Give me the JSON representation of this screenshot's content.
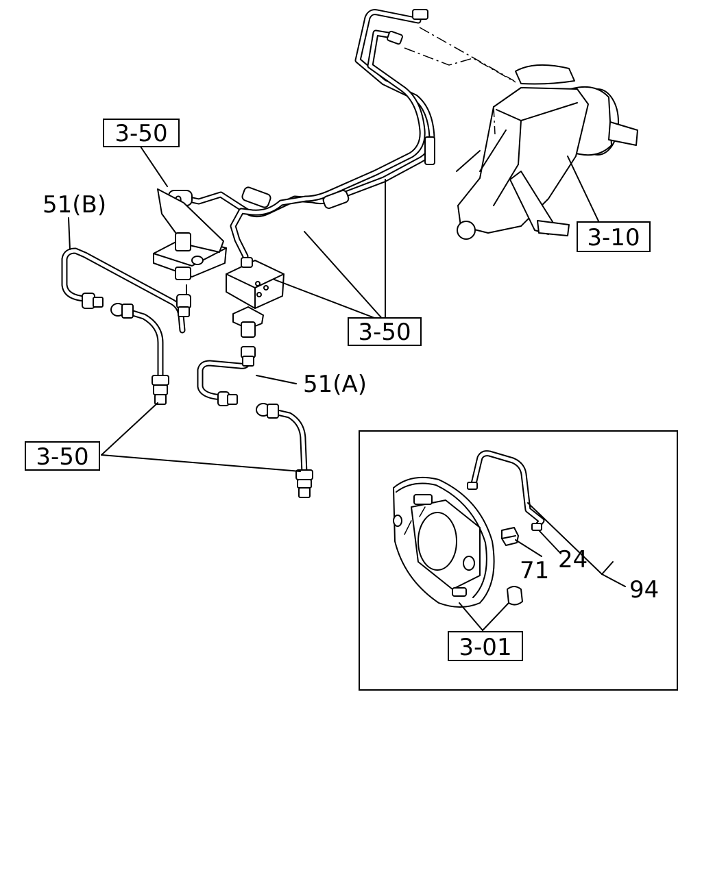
{
  "labels": {
    "ref_3_50_top": "3-50",
    "ref_3_10": "3-10",
    "ref_3_50_mid": "3-50",
    "ref_3_50_bottom": "3-50",
    "ref_3_01": "3-01",
    "part_51b": "51(B)",
    "part_51a": "51(A)",
    "part_71": "71",
    "part_24": "24",
    "part_94": "94"
  }
}
